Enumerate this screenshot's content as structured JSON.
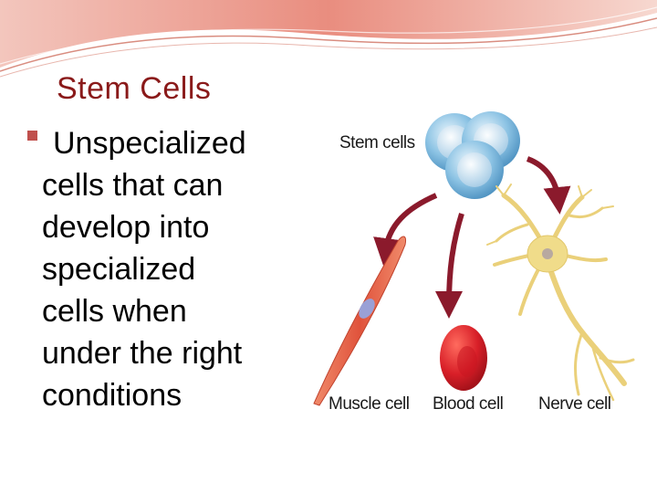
{
  "slide": {
    "title": "Stem Cells",
    "bullet_lines": [
      "Unspecialized",
      "cells that can",
      "develop into",
      "specialized",
      "cells when",
      "under the right",
      "conditions"
    ]
  },
  "figure": {
    "labels": {
      "stem": "Stem cells",
      "muscle": "Muscle cell",
      "blood": "Blood cell",
      "nerve": "Nerve cell"
    }
  },
  "colors": {
    "title": "#8a1a1a",
    "bullet": "#c0504d",
    "arrow": "#8b1a2c",
    "stem_cell": "#6aaed6",
    "muscle_cell": "#e0533c",
    "blood_cell": "#d8202a",
    "nerve_cell": "#f0dc8a"
  }
}
